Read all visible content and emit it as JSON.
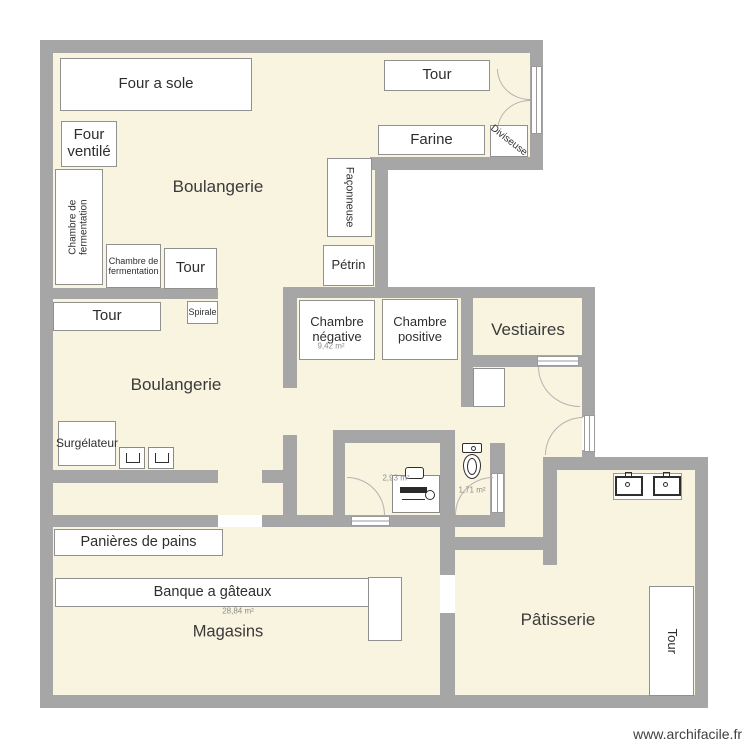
{
  "watermark": "www.archifacile.fr",
  "colors": {
    "floor": "#f8f4df",
    "wall": "#a6a6a6",
    "furniture_fill": "#ffffff",
    "furniture_border": "#909090",
    "text": "#2e2e2e",
    "area_text": "#8c8c8c"
  },
  "rooms": {
    "boulangerie_upper": "Boulangerie",
    "boulangerie_lower": "Boulangerie",
    "vestiaires": "Vestiaires",
    "magasins": "Magasins",
    "patisserie": "Pâtisserie"
  },
  "areas": {
    "chambre_room": "9,42 m²",
    "office": "2,93 m²",
    "wc": "1,71 m²",
    "magasins": "28,84 m²"
  },
  "equipment": {
    "four_a_sole": "Four a sole",
    "four_ventile": "Four ventilé",
    "chambre_fermentation_1": "Chambre de fermentation",
    "chambre_fermentation_2": "Chambre de fermentation",
    "tour_1": "Tour",
    "tour_2": "Tour",
    "tour_3": "Tour",
    "tour_4": "Tour",
    "spirale": "Spirale",
    "faconneuse": "Façonneuse",
    "petrin": "Pétrin",
    "farine": "Farine",
    "diviseuse": "Diviseuse",
    "chambre_negative": "Chambre négative",
    "chambre_positive": "Chambre positive",
    "surgelateur": "Surgélateur",
    "panieres_de_pains": "Panières de pains",
    "banque_a_gateaux": "Banque a gâteaux"
  }
}
